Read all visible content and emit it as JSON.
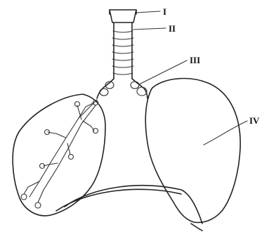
{
  "labels": {
    "I": "I",
    "II": "II",
    "III": "III",
    "IV": "IV"
  },
  "colors": {
    "ink": "#222222",
    "paper": "#ffffff"
  }
}
